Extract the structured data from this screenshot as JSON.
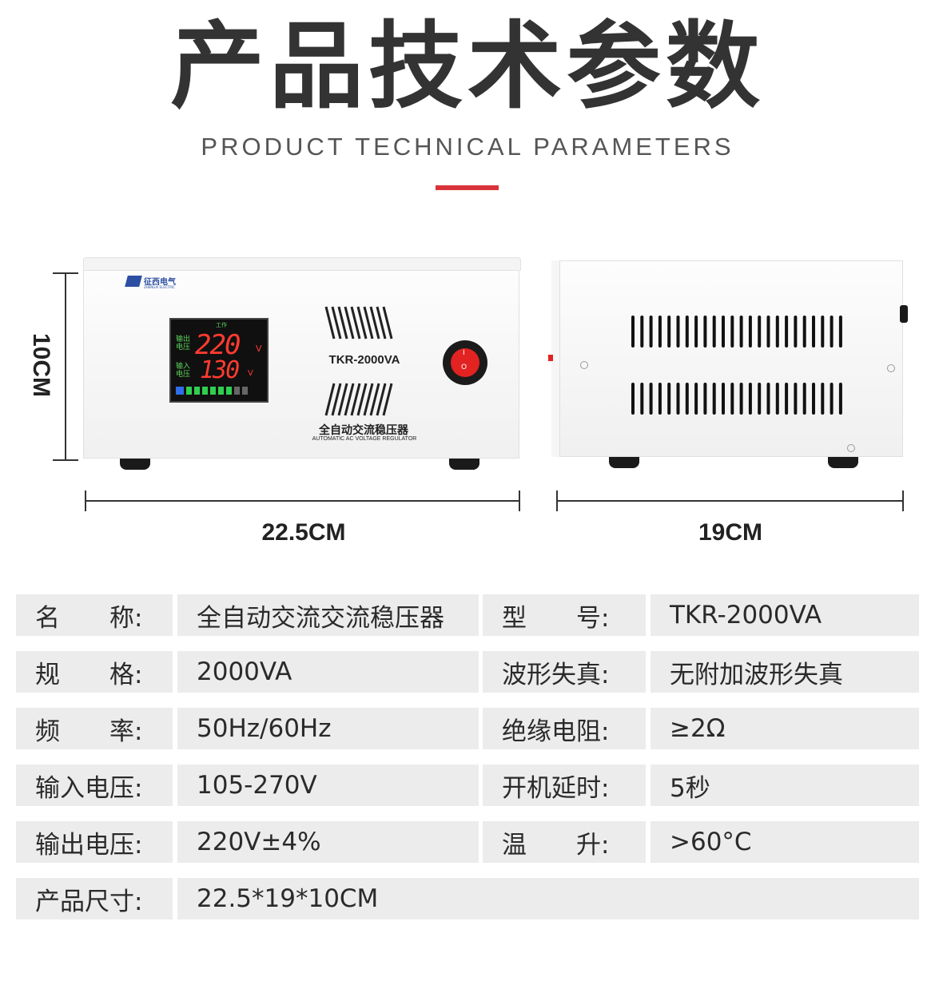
{
  "header": {
    "title_cn": "产品技术参数",
    "title_en": "PRODUCT TECHNICAL PARAMETERS"
  },
  "product": {
    "brand": "征西电气",
    "brand_en": "ZHENGXI ELECTRIC",
    "model_label": "TKR-2000VA",
    "name_cn": "全自动交流稳压器",
    "name_en": "AUTOMATIC AC VOLTAGE REGULATOR",
    "display": {
      "output_label": "输出\n电压",
      "input_label": "输入\n电压",
      "output_value": "220",
      "input_value": "130",
      "unit": "V",
      "status": "工作"
    },
    "switch_on": "I",
    "switch_off": "O"
  },
  "dimensions": {
    "height": "10CM",
    "width": "22.5CM",
    "depth": "19CM"
  },
  "specs": {
    "rows": [
      {
        "l1": "名　　称:",
        "v1": "全自动交流交流稳压器",
        "l2": "型　　号:",
        "v2": "TKR-2000VA"
      },
      {
        "l1": "规　　格:",
        "v1": "2000VA",
        "l2": "波形失真:",
        "v2": "无附加波形失真"
      },
      {
        "l1": "频　　率:",
        "v1": "50Hz/60Hz",
        "l2": "绝缘电阻:",
        "v2": "≥2Ω"
      },
      {
        "l1": "输入电压:",
        "v1": "105-270V",
        "l2": "开机延时:",
        "v2": "5秒"
      },
      {
        "l1": "输出电压:",
        "v1": "220V±4%",
        "l2": "温　　升:",
        "v2": ">60°C"
      },
      {
        "l1": "产品尺寸:",
        "v1": "22.5*19*10CM"
      }
    ]
  },
  "colors": {
    "accent_red": "#d9343a",
    "cell_bg": "#ececec",
    "display_red": "#ff3b30"
  }
}
